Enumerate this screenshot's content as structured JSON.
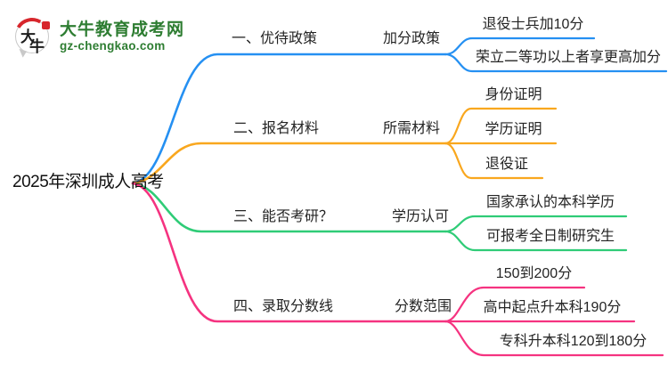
{
  "logo": {
    "icon_text_top": "大",
    "icon_text_bottom": "牛",
    "site_name": "大牛教育成考网",
    "site_url": "gz-chengkao.com"
  },
  "colors": {
    "branch1": "#2590F2",
    "branch2": "#F9A71E",
    "branch3": "#2FCC77",
    "branch4": "#F53380",
    "logo_green": "#2E7D32",
    "logo_red": "#D7262C",
    "text": "#242424"
  },
  "mindmap": {
    "title": "2025年深圳成人高考",
    "branches": [
      {
        "label": "一、优待政策",
        "sub_label": "加分政策",
        "leaves": [
          "退役士兵加10分",
          "荣立二等功以上者享更高加分"
        ]
      },
      {
        "label": "二、报名材料",
        "sub_label": "所需材料",
        "leaves": [
          "身份证明",
          "学历证明",
          "退役证"
        ]
      },
      {
        "label": "三、能否考研？",
        "sub_label": "学历认可",
        "leaves": [
          "国家承认的本科学历",
          "可报考全日制研究生"
        ]
      },
      {
        "label": "四、录取分数线",
        "sub_label": "分数范围",
        "leaves": [
          "150到200分",
          "高中起点升本科190分",
          "专科升本科120到180分"
        ]
      }
    ]
  }
}
